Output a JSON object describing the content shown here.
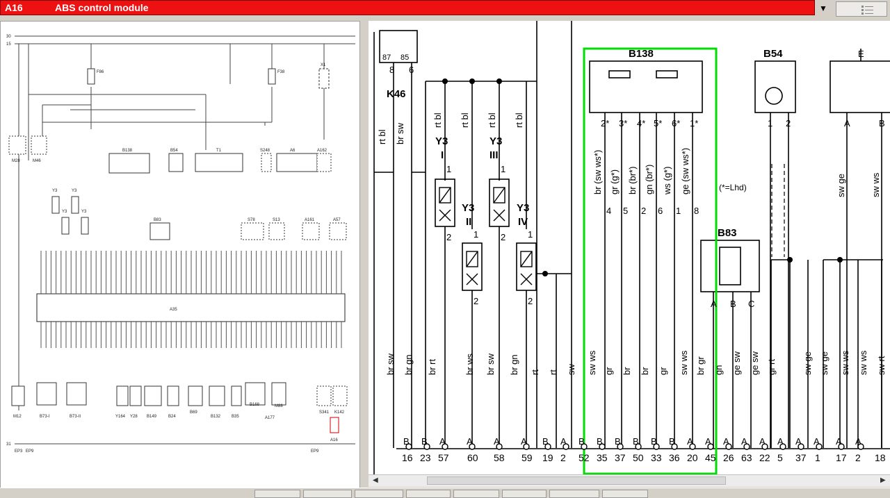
{
  "window": {
    "module_code": "A16",
    "module_name": "ABS control module"
  },
  "left_diagram": {
    "bus_labels": [
      "30",
      "15",
      "31"
    ],
    "components": [
      "M28",
      "M46",
      "Y3",
      "Y3",
      "Y3",
      "Y3",
      "B138",
      "B54",
      "T1",
      "S248",
      "A6",
      "A162",
      "B83",
      "S78",
      "S13",
      "A161",
      "A57",
      "A35",
      "M12",
      "B73-I",
      "B73-II",
      "Y164",
      "Y28",
      "B149",
      "B24",
      "B69",
      "B132",
      "B35",
      "B168",
      "M88",
      "A177",
      "S341",
      "K142",
      "A16"
    ],
    "fuses": [
      "F86",
      "F38"
    ],
    "ground_labels": [
      "EP3",
      "EP9",
      "EP9"
    ],
    "relay": "X1"
  },
  "right_diagram": {
    "relay": {
      "name": "K46",
      "pins": [
        "87",
        "85",
        "8",
        "6"
      ],
      "wires": [
        "rt bl",
        "br sw"
      ]
    },
    "valves": [
      {
        "name": "Y3",
        "roman": "I",
        "pin_top": "1",
        "pin_bottom": "2",
        "wire": "rt bl"
      },
      {
        "name": "Y3",
        "roman": "II",
        "pin_top": "1",
        "pin_bottom": "2",
        "wire": "rt bl"
      },
      {
        "name": "Y3",
        "roman": "III",
        "pin_top": "1",
        "pin_bottom": "2",
        "wire": "rt bl"
      },
      {
        "name": "Y3",
        "roman": "IV",
        "pin_top": "1",
        "pin_bottom": "2",
        "wire": "rt bl"
      }
    ],
    "b138": {
      "name": "B138",
      "pins": [
        "2*",
        "3*",
        "4*",
        "5*",
        "6*",
        "1*"
      ],
      "wires": [
        "br (sw ws*)",
        "gr (g*)",
        "br (br*)",
        "gn (br*)",
        "ws (g*)",
        "ge (sw ws*)"
      ],
      "connector_pins": [
        "4",
        "5",
        "2",
        "6",
        "1",
        "8"
      ],
      "note": "(*=Lhd)"
    },
    "b54": {
      "name": "B54",
      "pins": [
        "1",
        "2"
      ]
    },
    "b83": {
      "name": "B83",
      "pins": [
        "A",
        "B",
        "C"
      ]
    },
    "t_component": {
      "pin_e": "E",
      "pins": [
        "A",
        "B"
      ],
      "wires": [
        "sw ge",
        "sw ws"
      ]
    },
    "bottom_wires": [
      "br sw",
      "br gn",
      "br rt",
      "br ws",
      "br sw",
      "br gn",
      "rt",
      "rt",
      "sw",
      "sw ws",
      "gr",
      "br",
      "br",
      "gr",
      "sw ws",
      "br gr",
      "gn",
      "ge sw",
      "ge sw",
      "gr rt",
      "sw ge",
      "sw ge",
      "sw ws",
      "sw ws",
      "sw rt"
    ],
    "terminal_letters": [
      "B",
      "B",
      "A",
      "A",
      "A",
      "A",
      "B",
      "A",
      "B",
      "B",
      "B",
      "B",
      "B",
      "B",
      "A",
      "A",
      "A",
      "A",
      "A",
      "A",
      "A",
      "A",
      "A",
      "A"
    ],
    "terminal_numbers": [
      "16",
      "23",
      "57",
      "60",
      "58",
      "59",
      "19",
      "2",
      "52",
      "35",
      "37",
      "50",
      "33",
      "36",
      "20",
      "45",
      "26",
      "63",
      "22",
      "5",
      "37",
      "1",
      "17",
      "2",
      "18"
    ]
  },
  "colors": {
    "highlight": "#00dd00",
    "title_bar": "#ee1111",
    "wire": "#000000"
  }
}
